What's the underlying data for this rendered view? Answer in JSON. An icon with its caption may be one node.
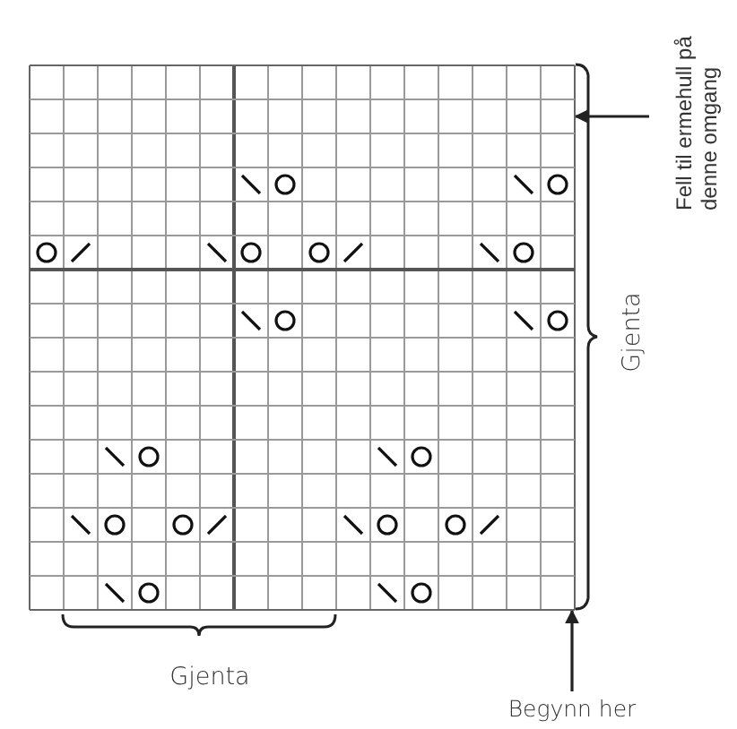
{
  "diagram": {
    "nodes": [
      {
        "text": [],
        "shape": "grid"
      },
      {
        "text": [
          "Fell til ermehull på denne omgang"
        ]
      },
      {
        "text": [
          "Begynn her"
        ]
      }
    ],
    "edges": [
      {
        "from": 1,
        "to": 0,
        "arrow": "to"
      },
      {
        "from": 2,
        "to": 0,
        "arrow": "to"
      }
    ],
    "labels": [
      "Gjenta",
      "Gjenta"
    ]
  }
}
